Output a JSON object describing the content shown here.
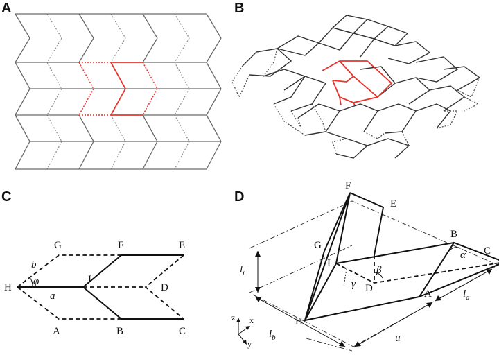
{
  "panels": {
    "a": "A",
    "b": "B",
    "c": "C",
    "d": "D"
  },
  "panel_c": {
    "points": [
      "G",
      "F",
      "E",
      "H",
      "I",
      "D",
      "A",
      "B",
      "C"
    ],
    "b": "b",
    "phi": "φ",
    "a": "a"
  },
  "panel_d": {
    "points": [
      "F",
      "E",
      "G",
      "I",
      "B",
      "C",
      "D",
      "A",
      "H"
    ],
    "l": "l",
    "t": "t",
    "a_sub": "a",
    "b_sub": "b",
    "u": "u",
    "alpha": "α",
    "beta": "β",
    "gamma": "γ",
    "axes": [
      "z",
      "x",
      "y"
    ]
  },
  "colors": {
    "highlight": "#e8322b",
    "grid_grey": "#6a6a6a",
    "ink": "#111111"
  }
}
